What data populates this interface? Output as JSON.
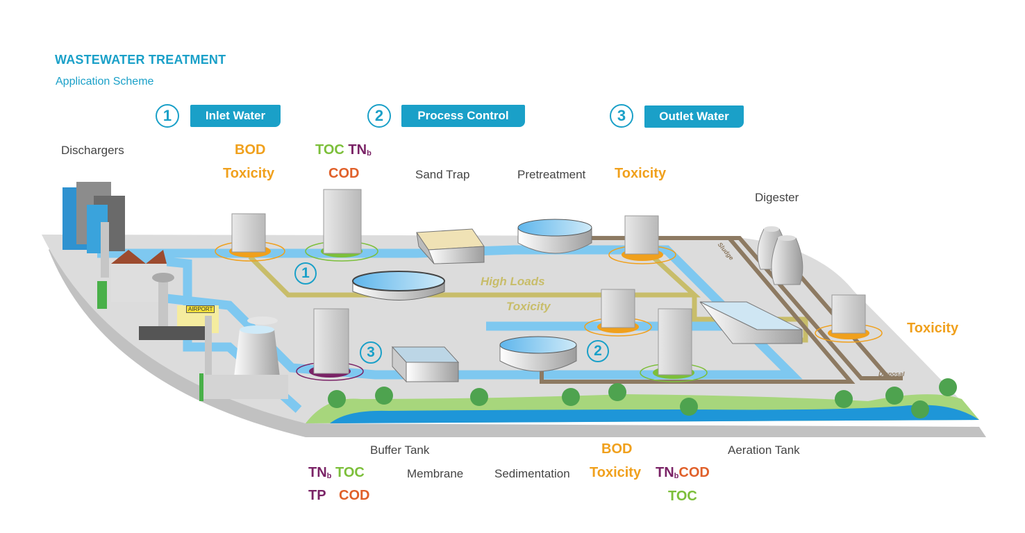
{
  "header": {
    "title": "WASTEWATER TREATMENT",
    "subtitle": "Application Scheme"
  },
  "steps": [
    {
      "number": "1",
      "label": "Inlet Water"
    },
    {
      "number": "2",
      "label": "Process Control"
    },
    {
      "number": "3",
      "label": "Outlet Water"
    }
  ],
  "stations": {
    "dischargers": "Dischargers",
    "sand_trap": "Sand Trap",
    "pretreatment": "Pretreatment",
    "digester": "Digester",
    "buffer_tank": "Buffer Tank",
    "membrane": "Membrane",
    "sedimentation": "Sedimentation",
    "aeration_tank": "Aeration Tank"
  },
  "parameters": {
    "inlet_a": {
      "line1": "BOD",
      "line2": "Toxicity"
    },
    "inlet_b": {
      "toc": "TOC",
      "tn": "TN",
      "tn_sub": "b",
      "cod": "COD"
    },
    "pretreatment_out": "Toxicity",
    "digester_out": "Toxicity",
    "outlet": {
      "tn": "TN",
      "tn_sub": "b",
      "toc": "TOC",
      "tp": "TP",
      "cod": "COD"
    },
    "process_a": {
      "bod": "BOD",
      "toxicity": "Toxicity"
    },
    "process_b": {
      "tn": "TN",
      "tn_sub": "b",
      "cod": "COD",
      "toc": "TOC"
    }
  },
  "diagram_labels": {
    "high_loads": "High Loads",
    "toxicity": "Toxicity",
    "sludge": "Sludge",
    "disposal": "Disposal",
    "airport": "AIRPORT",
    "marker_1": "1",
    "marker_2": "2",
    "marker_3": "3"
  },
  "colors": {
    "accent": "#1aa0c8",
    "bod_toxicity": "#f0a01c",
    "toc": "#7cbf3a",
    "tn_tp": "#7a2366",
    "cod": "#e0602a",
    "water": "#6ec3ee",
    "high_load_pipe": "#c8bd6a",
    "sludge_pipe": "#8d7a62"
  }
}
